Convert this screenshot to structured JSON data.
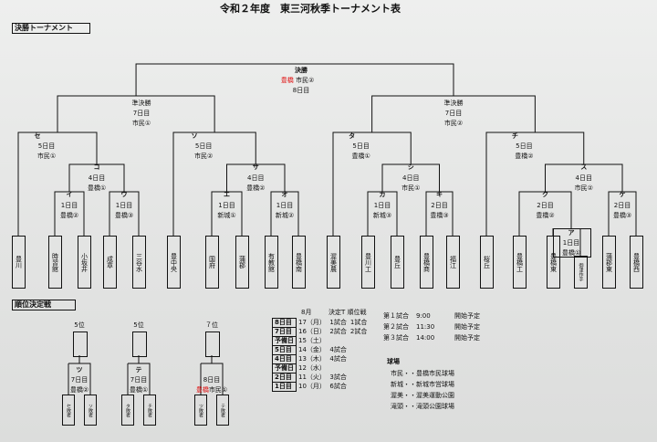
{
  "title": "令和２年度　東三河秋季トーナメント表",
  "section_main": "決勝トーナメント",
  "section_rank": "順位決定戦",
  "final": {
    "label": "決勝",
    "winner": "豊橋",
    "venue": "市民②",
    "day": "8日目"
  },
  "semis": [
    {
      "label": "準決勝",
      "day": "7日目",
      "venue": "市民①"
    },
    {
      "label": "準決勝",
      "day": "7日目",
      "venue": "市民②"
    }
  ],
  "quarters": [
    {
      "name": "セ",
      "day": "5日目",
      "venue": "市民①"
    },
    {
      "name": "ソ",
      "day": "5日目",
      "venue": "市民②"
    },
    {
      "name": "タ",
      "day": "5日目",
      "venue": "豊橋①"
    },
    {
      "name": "チ",
      "day": "5日目",
      "venue": "豊橋②"
    }
  ],
  "round2": [
    {
      "name": "コ",
      "day": "4日目",
      "venue": "豊橋①"
    },
    {
      "name": "サ",
      "day": "4日目",
      "venue": "豊橋②"
    },
    {
      "name": "シ",
      "day": "4日目",
      "venue": "市民①"
    },
    {
      "name": "ス",
      "day": "4日目",
      "venue": "市民②"
    }
  ],
  "round1": [
    {
      "name": "イ",
      "day": "1日目",
      "venue": "豊橋②"
    },
    {
      "name": "ウ",
      "day": "1日目",
      "venue": "豊橋③"
    },
    {
      "name": "エ",
      "day": "1日目",
      "venue": "新城①"
    },
    {
      "name": "オ",
      "day": "1日目",
      "venue": "新城②"
    },
    {
      "name": "カ",
      "day": "1日目",
      "venue": "新城③"
    },
    {
      "name": "キ",
      "day": "2日目",
      "venue": "豊橋③"
    },
    {
      "name": "ク",
      "day": "2日目",
      "venue": "豊橋②"
    },
    {
      "name": "ケ",
      "day": "2日目",
      "venue": "豊橋③"
    }
  ],
  "prelim": {
    "name": "ア",
    "day": "1日目",
    "venue": "豊橋①"
  },
  "teams": [
    "豊川",
    "時習館",
    "小坂井",
    "成章",
    "三谷水",
    "豊中央",
    "国府",
    "蒲郡",
    "有教館",
    "豊橋南",
    "渥美農",
    "豊川工",
    "豊丘",
    "豊橋商",
    "福江",
    "桜丘",
    "豊橋工",
    "豊橋東",
    "御津作手",
    "蒲郡東",
    "豊橋西"
  ],
  "rank_games": [
    {
      "place": "5位",
      "name": "ツ",
      "day": "7日目",
      "venue": "豊橋②",
      "teams": [
        "セ敗者",
        "ソ敗者"
      ],
      "winner": ""
    },
    {
      "place": "5位",
      "name": "テ",
      "day": "7日目",
      "venue": "豊橋①",
      "teams": [
        "タ敗者",
        "チ敗者"
      ],
      "winner": ""
    },
    {
      "place": "７位",
      "name": "",
      "day": "8日目",
      "venue": "市民①",
      "teams": [
        "ツ敗者",
        "テ敗者"
      ],
      "winner": "豊橋"
    }
  ],
  "schedule_head": {
    "month": "8月",
    "desc": "決定T 順位戦"
  },
  "schedule": [
    {
      "day": "8日目",
      "date": "17（月）",
      "games": "1試合",
      "rank": "1試合"
    },
    {
      "day": "7日目",
      "date": "16（日）",
      "games": "2試合",
      "rank": "2試合"
    },
    {
      "day": "予備日",
      "date": "15（土）",
      "games": "",
      "rank": ""
    },
    {
      "day": "5日目",
      "date": "14（金）",
      "games": "4試合",
      "rank": ""
    },
    {
      "day": "4日目",
      "date": "13（木）",
      "games": "4試合",
      "rank": ""
    },
    {
      "day": "予備日",
      "date": "12（水）",
      "games": "",
      "rank": ""
    },
    {
      "day": "2日目",
      "date": "11（火）",
      "games": "3試合",
      "rank": ""
    },
    {
      "day": "1日目",
      "date": "10（月）",
      "games": "6試合",
      "rank": ""
    }
  ],
  "times": [
    {
      "game": "第１試合",
      "time": "9:00",
      "note": "開始予定"
    },
    {
      "game": "第２試合",
      "time": "11:30",
      "note": "開始予定"
    },
    {
      "game": "第３試合",
      "time": "14:00",
      "note": "開始予定"
    }
  ],
  "venues_title": "球場",
  "venues": [
    "市民・・豊橋市民球場",
    "新城・・新城市営球場",
    "渥美・・渥美運動公園",
    "滝頭・・滝頭公園球場"
  ]
}
